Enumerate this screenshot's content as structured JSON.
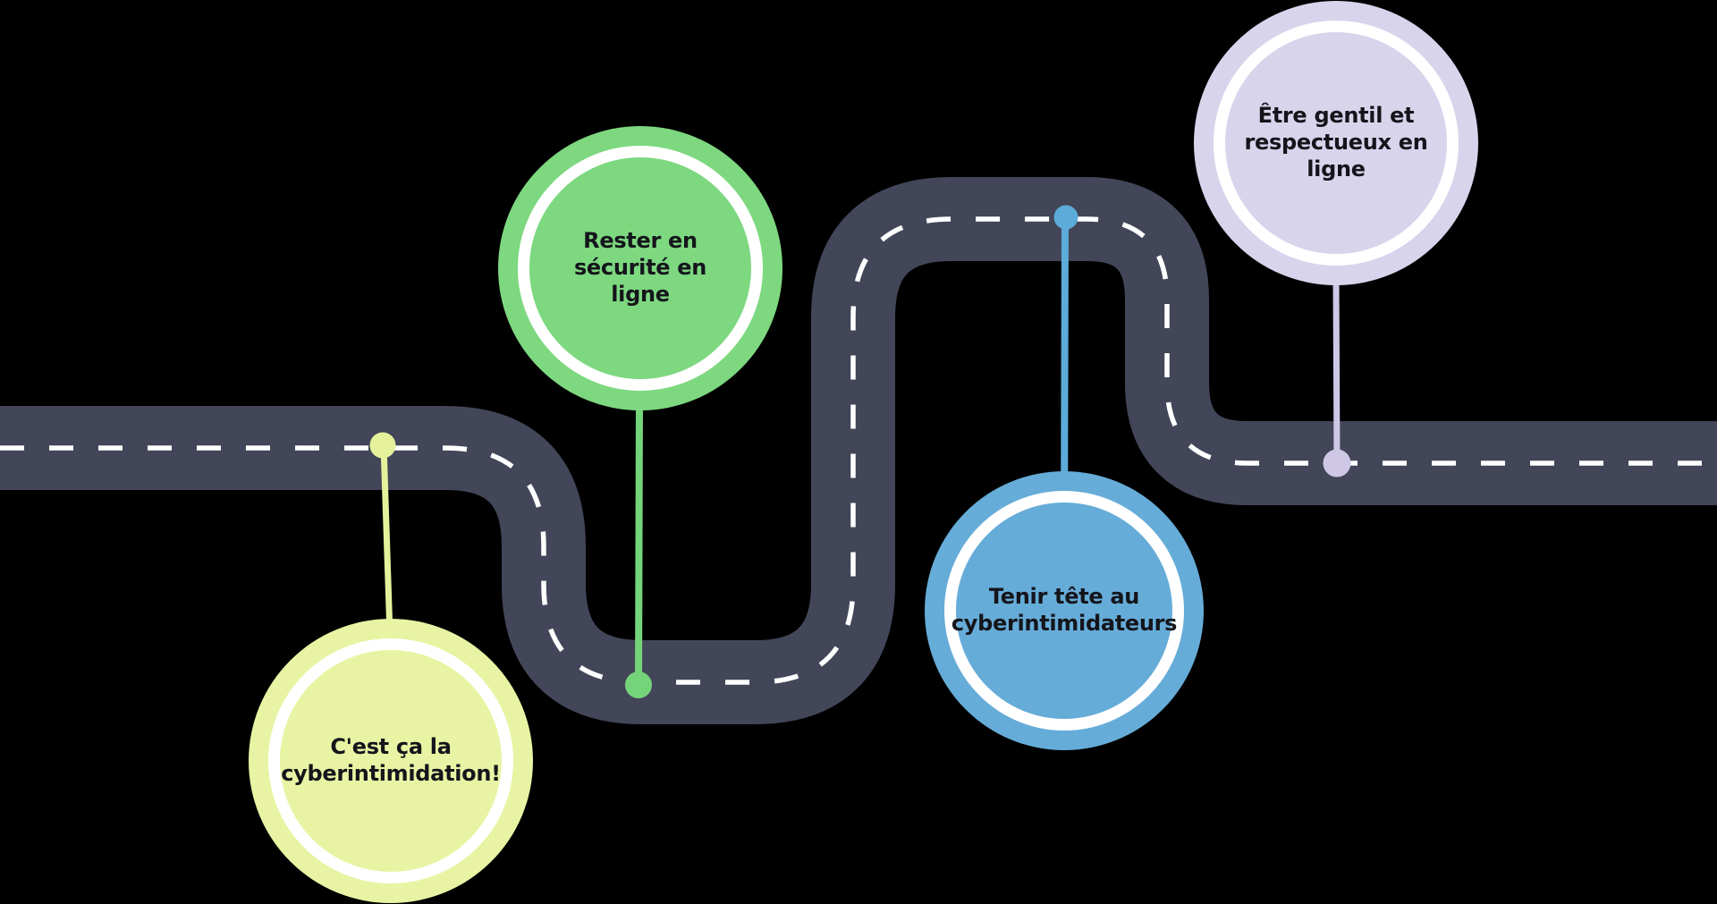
{
  "canvas": {
    "background": "#000000"
  },
  "road": {
    "asphalt_color": "#424658",
    "centerline_color": "#ffffff"
  },
  "milestones": [
    {
      "label": "C'est ça la\ncyberintimidation!",
      "fill": "#e8f4a4",
      "marker": "#e6f29b",
      "text_color": "#14151b"
    },
    {
      "label": "Rester en\nsécurité en\nligne",
      "fill": "#7dd880",
      "marker": "#74d47a",
      "text_color": "#14151b"
    },
    {
      "label": "Tenir tête au\ncyberintimidateurs",
      "fill": "#66acd8",
      "marker": "#5cabd9",
      "text_color": "#14151b"
    },
    {
      "label": "Être gentil et\nrespectueux en\nligne",
      "fill": "#d8d4ec",
      "marker": "#cfc7e6",
      "text_color": "#14151b"
    }
  ]
}
